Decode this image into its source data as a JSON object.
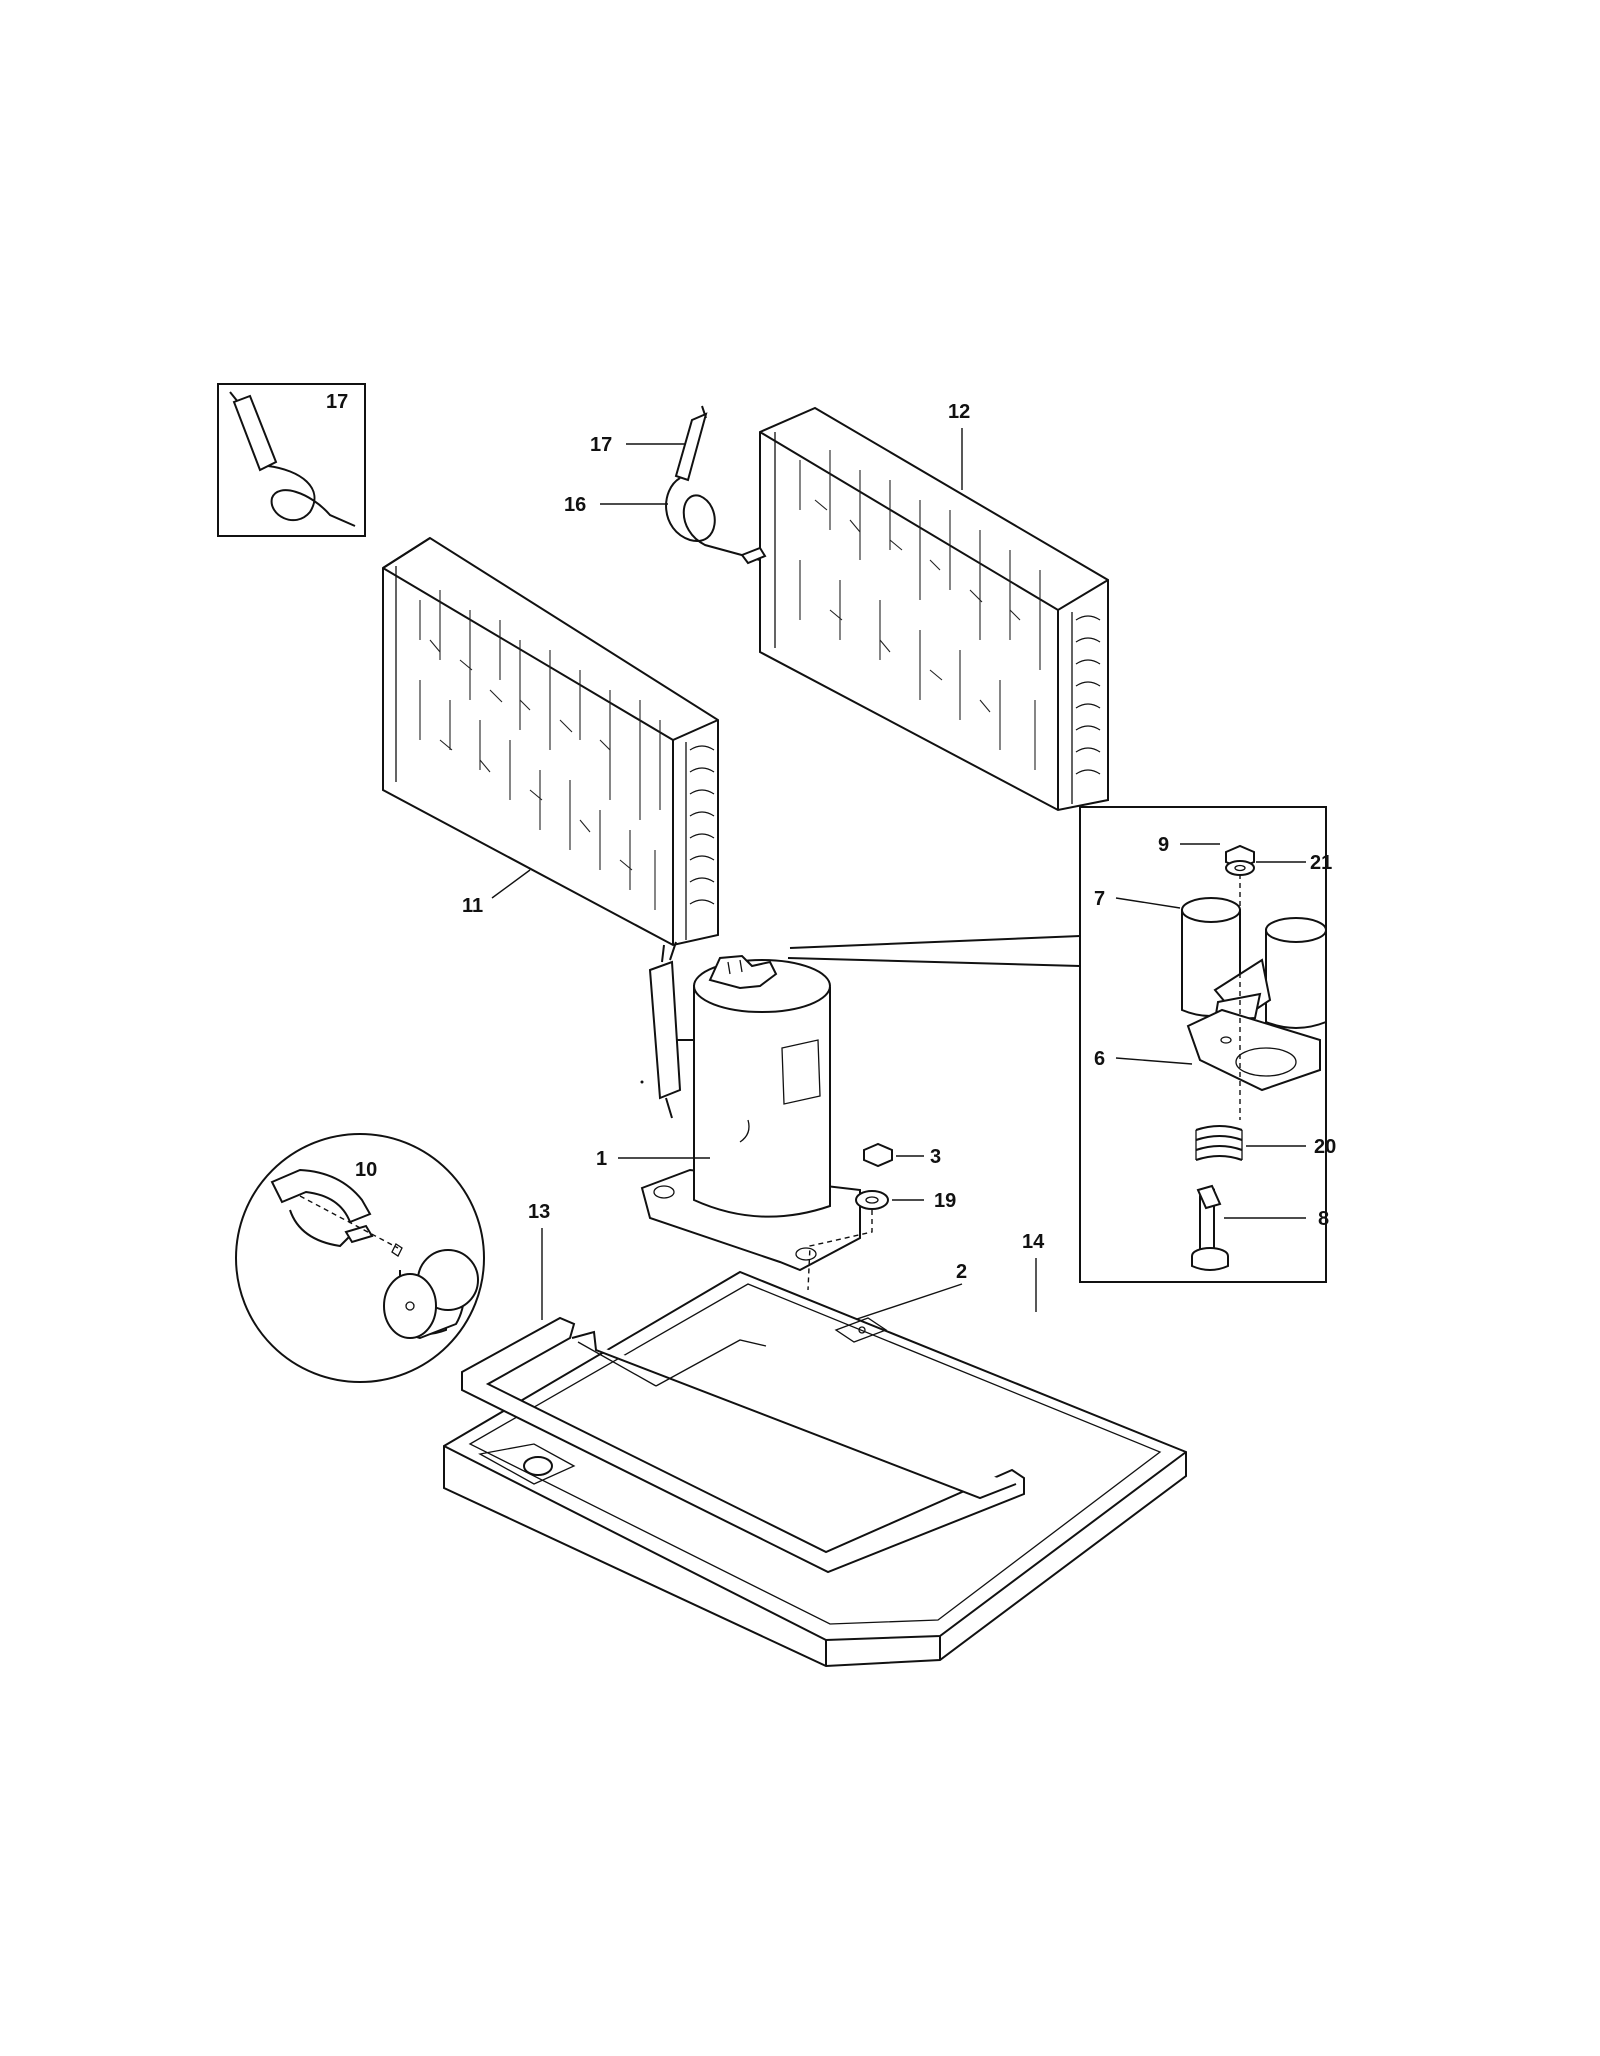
{
  "diagram": {
    "callouts": {
      "c1": "1",
      "c2": "2",
      "c3": "3",
      "c6": "6",
      "c7": "7",
      "c8": "8",
      "c9": "9",
      "c10": "10",
      "c11": "11",
      "c12": "12",
      "c13": "13",
      "c14": "14",
      "c16": "16",
      "c17_inset": "17",
      "c17": "17",
      "c19": "19",
      "c20": "20",
      "c21": "21"
    },
    "parts": [
      "evaporator-coil",
      "condenser-coil",
      "capillary-tube",
      "strainer",
      "compressor",
      "compressor-grommet",
      "compressor-nut",
      "washer",
      "overload-protector",
      "protector-cover",
      "terminal-gasket",
      "terminal-bolt",
      "spring",
      "capacitor-assembly",
      "gasket",
      "base-pan"
    ]
  }
}
